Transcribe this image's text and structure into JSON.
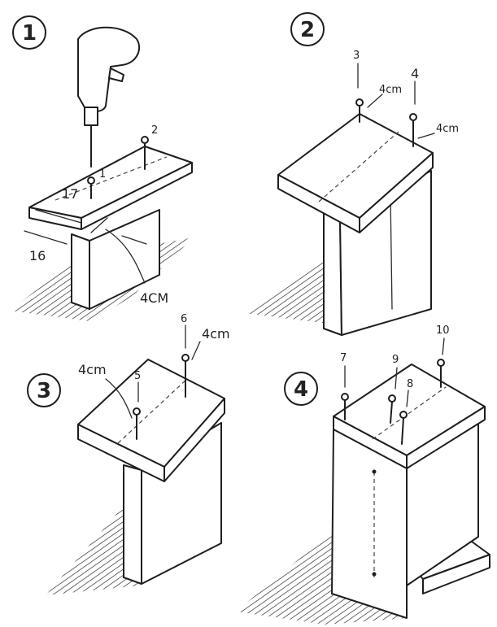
{
  "steps": [
    {
      "number": "1",
      "labels": {
        "nail_1": "1",
        "nail_2": "2",
        "dim_17": "17",
        "dim_16": "16",
        "offset": "4CM"
      }
    },
    {
      "number": "2",
      "labels": {
        "nail_3": "3",
        "nail_4": "4",
        "offset_a": "4cm",
        "offset_b": "4cm"
      }
    },
    {
      "number": "3",
      "labels": {
        "nail_5": "5",
        "nail_6": "6",
        "offset_a": "4cm",
        "offset_b": "4cm"
      }
    },
    {
      "number": "4",
      "labels": {
        "nail_7": "7",
        "nail_8": "8",
        "nail_9": "9",
        "nail_10": "10"
      }
    }
  ],
  "icons": [
    "drill-icon",
    "nail-icon"
  ]
}
